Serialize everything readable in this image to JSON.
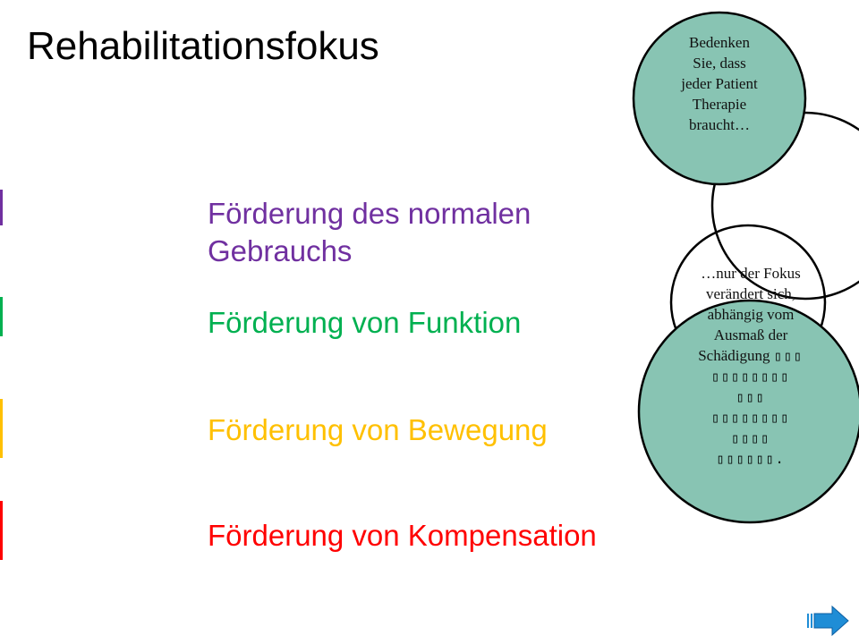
{
  "title": "Rehabilitationsfokus",
  "items": [
    {
      "label": "Förderung des normalen Gebrauchs",
      "color": "#7030a0"
    },
    {
      "label": "Förderung von Funktion",
      "color": "#00b050"
    },
    {
      "label": "Förderung von Bewegung",
      "color": "#ffc000"
    },
    {
      "label": "Förderung von Kompensation",
      "color": "#ff0000"
    }
  ],
  "bubble_top": {
    "lines": [
      "Bedenken",
      "Sie, dass",
      "jeder Patient",
      "Therapie",
      "braucht…"
    ]
  },
  "bubble_bottom": {
    "lines": [
      "…nur der Fokus",
      "verändert sich,",
      "abhängig vom",
      "Ausmaß der",
      "Schädigung"
    ],
    "garbled_lines": [
      "▯▯▯",
      "▯▯▯▯▯▯▯▯",
      "▯▯▯",
      "▯▯▯▯▯▯▯▯",
      "▯▯▯▯",
      "▯▯▯▯▯▯."
    ]
  },
  "bubble_fill": "#88c4b3",
  "nav": {
    "icon": "arrow-right-icon",
    "color": "#1f8dd6"
  }
}
